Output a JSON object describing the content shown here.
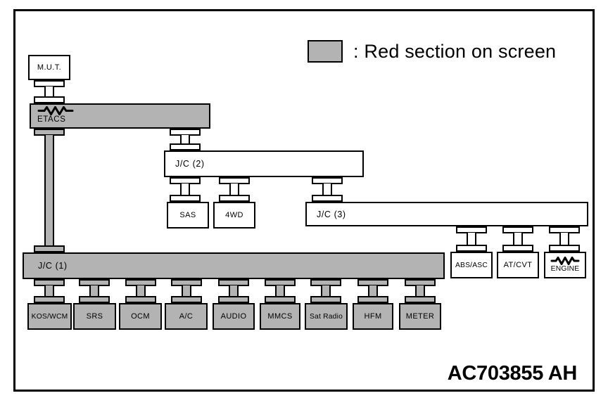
{
  "legend": {
    "text": ": Red section on screen"
  },
  "figure_code": "AC703855 AH",
  "colors": {
    "section_fill": "#b3b3b3",
    "line": "#000000",
    "background": "#ffffff"
  },
  "nodes": {
    "mut": "M.U.T.",
    "etacs": "ETACS",
    "jc1": "J/C (1)",
    "jc2": "J/C (2)",
    "jc3": "J/C (3)",
    "sas": "SAS",
    "awd": "4WD",
    "abs_asc": "ABS/ASC",
    "at_cvt": "AT/CVT",
    "engine": "ENGINE",
    "kos_wcm": "KOS/WCM",
    "srs": "SRS",
    "ocm": "OCM",
    "ac": "A/C",
    "audio": "AUDIO",
    "mmcs": "MMCS",
    "sat_radio": "Sat Radio",
    "hfm": "HFM",
    "meter": "METER"
  },
  "highlighted_nodes": [
    "ETACS",
    "J/C (1)",
    "KOS/WCM",
    "SRS",
    "OCM",
    "A/C",
    "AUDIO",
    "MMCS",
    "Sat Radio",
    "HFM",
    "METER"
  ],
  "connections": [
    {
      "from": "M.U.T.",
      "to": "ETACS"
    },
    {
      "from": "ETACS",
      "to": "J/C (2)"
    },
    {
      "from": "ETACS",
      "to": "J/C (1)"
    },
    {
      "from": "J/C (2)",
      "to": "SAS"
    },
    {
      "from": "J/C (2)",
      "to": "4WD"
    },
    {
      "from": "J/C (2)",
      "to": "J/C (3)"
    },
    {
      "from": "J/C (3)",
      "to": "ABS/ASC"
    },
    {
      "from": "J/C (3)",
      "to": "AT/CVT"
    },
    {
      "from": "J/C (3)",
      "to": "ENGINE"
    },
    {
      "from": "J/C (1)",
      "to": "KOS/WCM"
    },
    {
      "from": "J/C (1)",
      "to": "SRS"
    },
    {
      "from": "J/C (1)",
      "to": "OCM"
    },
    {
      "from": "J/C (1)",
      "to": "A/C"
    },
    {
      "from": "J/C (1)",
      "to": "AUDIO"
    },
    {
      "from": "J/C (1)",
      "to": "MMCS"
    },
    {
      "from": "J/C (1)",
      "to": "Sat Radio"
    },
    {
      "from": "J/C (1)",
      "to": "HFM"
    },
    {
      "from": "J/C (1)",
      "to": "METER"
    }
  ]
}
